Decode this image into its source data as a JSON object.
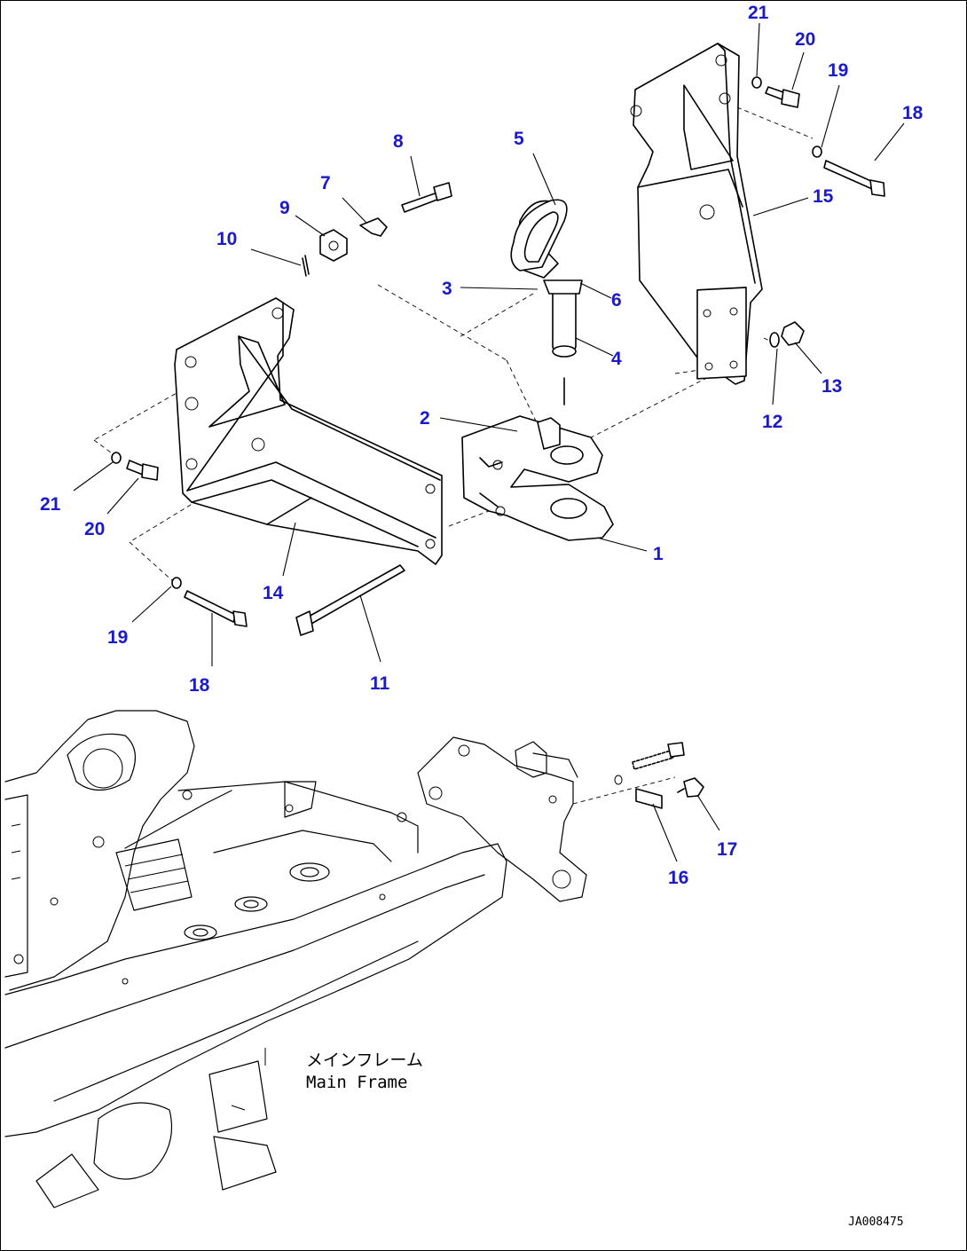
{
  "callouts": [
    {
      "id": "callout-1",
      "label": "1"
    },
    {
      "id": "callout-2",
      "label": "2"
    },
    {
      "id": "callout-3",
      "label": "3"
    },
    {
      "id": "callout-4",
      "label": "4"
    },
    {
      "id": "callout-5",
      "label": "5"
    },
    {
      "id": "callout-6",
      "label": "6"
    },
    {
      "id": "callout-7",
      "label": "7"
    },
    {
      "id": "callout-8",
      "label": "8"
    },
    {
      "id": "callout-9",
      "label": "9"
    },
    {
      "id": "callout-10",
      "label": "10"
    },
    {
      "id": "callout-11",
      "label": "11"
    },
    {
      "id": "callout-12",
      "label": "12"
    },
    {
      "id": "callout-13",
      "label": "13"
    },
    {
      "id": "callout-14",
      "label": "14"
    },
    {
      "id": "callout-15",
      "label": "15"
    },
    {
      "id": "callout-16",
      "label": "16"
    },
    {
      "id": "callout-17",
      "label": "17"
    },
    {
      "id": "callout-18a",
      "label": "18"
    },
    {
      "id": "callout-18b",
      "label": "18"
    },
    {
      "id": "callout-19a",
      "label": "19"
    },
    {
      "id": "callout-19b",
      "label": "19"
    },
    {
      "id": "callout-20a",
      "label": "20"
    },
    {
      "id": "callout-20b",
      "label": "20"
    },
    {
      "id": "callout-21a",
      "label": "21"
    },
    {
      "id": "callout-21b",
      "label": "21"
    }
  ],
  "frame_caption": {
    "japanese": "メインフレーム",
    "english": "Main Frame"
  },
  "drawing_id": "JA008475",
  "colors": {
    "callout_text": "#1a1acc",
    "line": "#000000"
  }
}
